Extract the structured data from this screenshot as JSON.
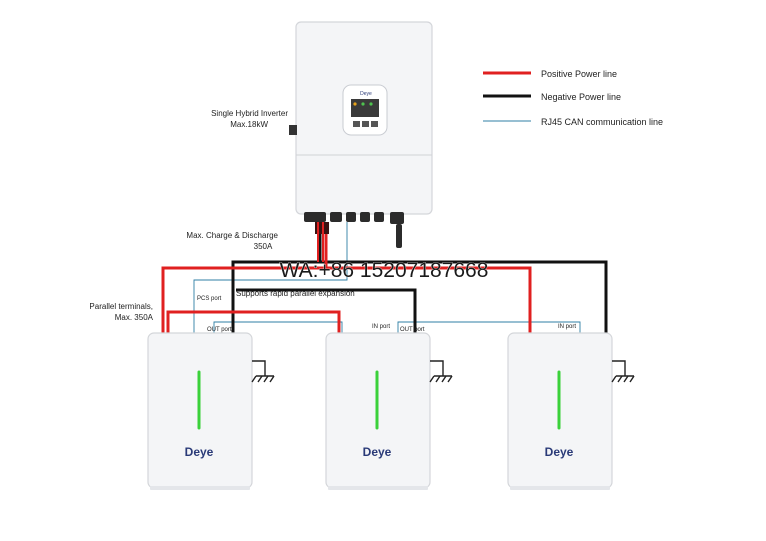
{
  "legend": {
    "positive": {
      "label": "Positive Power line",
      "color": "#e02020"
    },
    "negative": {
      "label": "Negative Power line",
      "color": "#111111"
    },
    "can": {
      "label": "RJ45 CAN communication line",
      "color": "#2f7fa6"
    }
  },
  "inverter": {
    "label_line1": "Single Hybrid Inverter",
    "label_line2": "Max.18kW"
  },
  "charge_label": {
    "line1": "Max. Charge & Discharge",
    "line2": "350A"
  },
  "parallel_label": {
    "line1": "Parallel terminals,",
    "line2": "Max. 350A"
  },
  "watermark": "WA:+86 15207187668",
  "expansion_note": "Supports rapid parallel expansion",
  "ports": {
    "pcs": "PCS port",
    "out": "OUT port",
    "in": "IN port"
  },
  "batteries": [
    {
      "brand": "Deye",
      "led_color": "#3ad13a"
    },
    {
      "brand": "Deye",
      "led_color": "#3ad13a"
    },
    {
      "brand": "Deye",
      "led_color": "#3ad13a"
    }
  ],
  "colors": {
    "device_body": "#f4f5f7",
    "device_edge": "#d4d6da",
    "brand_text": "#2a3a78"
  }
}
